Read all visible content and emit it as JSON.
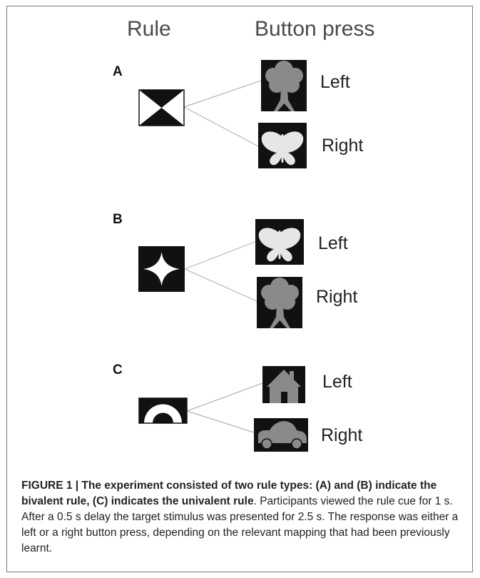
{
  "headers": {
    "rule": "Rule",
    "button_press": "Button press"
  },
  "panels": [
    {
      "letter": "A",
      "rule_icon": "hourglass-icon",
      "responses": [
        {
          "label": "Left",
          "icon": "tree-icon"
        },
        {
          "label": "Right",
          "icon": "butterfly-icon"
        }
      ]
    },
    {
      "letter": "B",
      "rule_icon": "star-icon",
      "responses": [
        {
          "label": "Left",
          "icon": "butterfly-icon"
        },
        {
          "label": "Right",
          "icon": "tree-icon"
        }
      ]
    },
    {
      "letter": "C",
      "rule_icon": "arch-icon",
      "responses": [
        {
          "label": "Left",
          "icon": "house-icon"
        },
        {
          "label": "Right",
          "icon": "car-icon"
        }
      ]
    }
  ],
  "caption": {
    "bold": "FIGURE 1 | The experiment consisted of two rule types: (A) and (B) indicate the bivalent rule, (C) indicates the univalent rule",
    "text": ". Participants viewed the rule cue for 1 s. After a 0.5 s delay the target stimulus was presented for 2.5 s. The response was either a left or a right button press, depending on the relevant mapping that had been previously learnt."
  },
  "colors": {
    "icon_bg": "#111111",
    "icon_fill": "#8a8a8a",
    "butterfly_fill": "#e6e6e6",
    "connector": "#b5b5b5"
  }
}
